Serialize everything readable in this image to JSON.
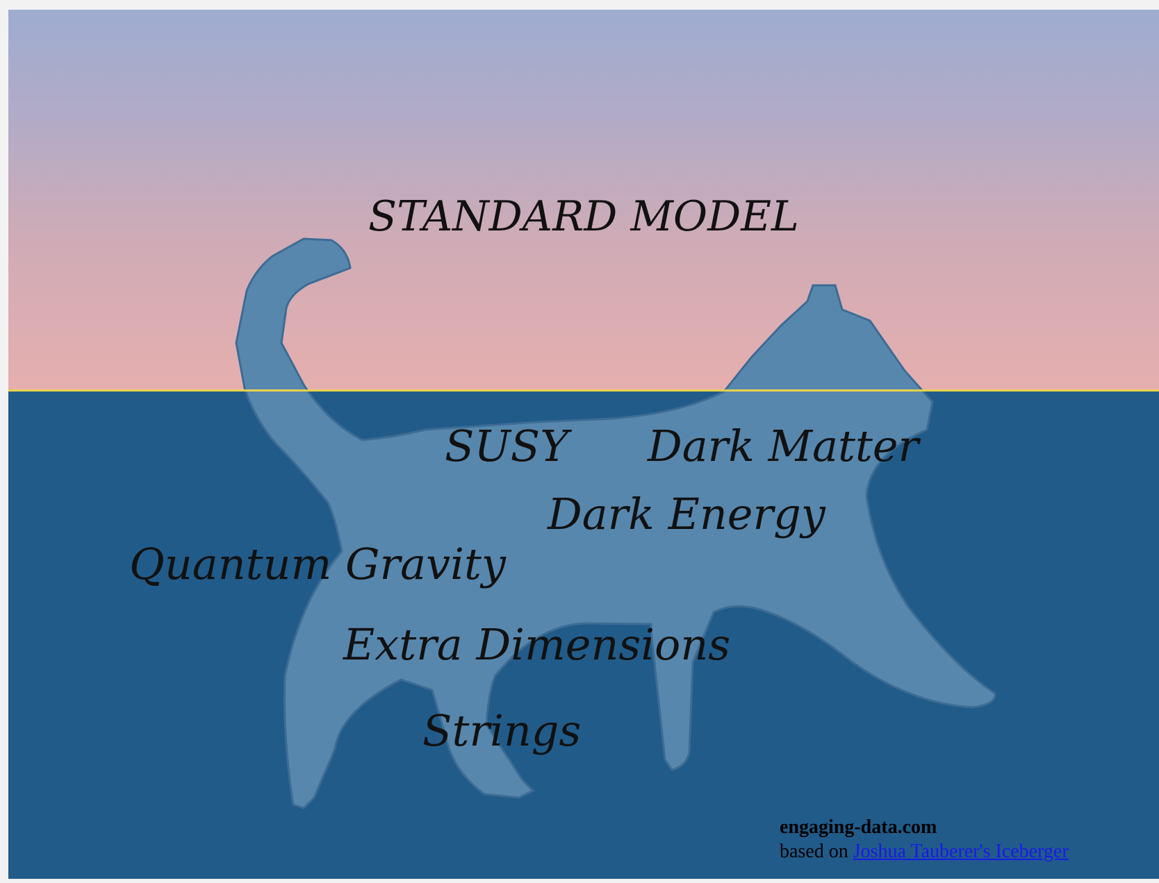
{
  "labels": {
    "standard_model": "STANDARD MODEL",
    "susy": "SUSY",
    "dark_matter": "Dark Matter",
    "dark_energy": "Dark Energy",
    "quantum_gravity": "Quantum Gravity",
    "extra_dimensions": "Extra Dimensions",
    "strings": "Strings"
  },
  "credit": {
    "site": "engaging-data.com",
    "prefix": "based on ",
    "link_text": "Joshua Tauberer's Iceberger"
  },
  "colors": {
    "sky_top": "#9eacd0",
    "sky_bottom": "#e6afae",
    "sea": "#215b8a",
    "submerged_body": "#5787ad",
    "waterline": "#e8d24a",
    "link": "#1a1ae8"
  }
}
